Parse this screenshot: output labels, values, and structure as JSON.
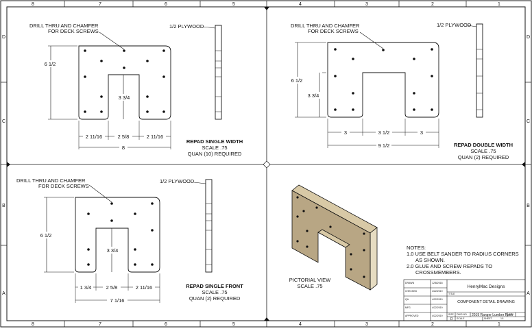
{
  "zones": {
    "top": [
      "8",
      "7",
      "6",
      "5",
      "4",
      "3",
      "2",
      "1"
    ],
    "left": [
      "D",
      "C",
      "B",
      "A"
    ]
  },
  "views": {
    "single_width": {
      "callout": [
        "DRILL THRU AND CHAMFER",
        "FOR DECK SCREWS"
      ],
      "material": "1/2 PLYWOOD",
      "height": "6 1/2",
      "slot_depth": "3 3/4",
      "dim_left": "2 11/16",
      "dim_slot": "2 5/8",
      "dim_right": "2 11/16",
      "dim_overall": "8",
      "title": "REPAD SINGLE WIDTH",
      "scale": "SCALE .75",
      "quantity": "QUAN (10) REQUIRED"
    },
    "double_width": {
      "callout": [
        "DRILL THRU AND CHAMFER",
        "FOR DECK SCREWS"
      ],
      "material": "1/2 PLYWOOD",
      "height": "6 1/2",
      "slot_depth": "3 3/4",
      "dim_left": "3",
      "dim_slot": "3 1/2",
      "dim_right": "3",
      "dim_overall": "9 1/2",
      "title": "REPAD DOUBLE WIDTH",
      "scale": "SCALE .75",
      "quantity": "QUAN (2) REQUIRED"
    },
    "single_front": {
      "callout": [
        "DRILL THRU AND CHAMFER",
        "FOR DECK SCREWS"
      ],
      "material": "1/2 PLYWOOD",
      "height": "6 1/2",
      "slot_depth": "3 3/4",
      "dim_left": "1 3/4",
      "dim_slot": "2 5/8",
      "dim_right": "2 11/16",
      "dim_overall": "7 1/16",
      "title": "REPAD SINGLE FRONT",
      "scale": "SCALE .75",
      "quantity": "QUAN (2) REQUIRED"
    },
    "pictorial": {
      "title": "PICTORIAL VIEW",
      "scale": "SCALE .75"
    }
  },
  "notes": {
    "heading": "NOTES:",
    "lines": [
      "1.0 USE BELT SANDER TO RADIUS CORNERS",
      "AS SHOWN.",
      "2.0 GLUE AND SCREW REPADS TO",
      "CROSSMEMBERS."
    ]
  },
  "title_block": {
    "company": "HenryMac Designs",
    "drawing_title": "COMPONENT DETAIL DRAWING",
    "project": "2019 Ranger Lumber Rack",
    "size": "D",
    "sheet": "1/1",
    "row_labels": [
      "DRAWN",
      "CHECKED",
      "QA",
      "MFG",
      "APPROVED"
    ],
    "dates": [
      "12/8/2018",
      "4/22/2019",
      "4/22/2019",
      "4/22/2019",
      "4/22/2019"
    ],
    "cell_labels": [
      "TITLE",
      "SIZE",
      "DWG NO",
      "REV",
      "SCALE",
      "SHEET"
    ]
  },
  "colors": {
    "line": "#111111",
    "panel_fill": "#b8a684",
    "panel_top": "#d8c9a6",
    "panel_side": "#e6dcc2"
  }
}
